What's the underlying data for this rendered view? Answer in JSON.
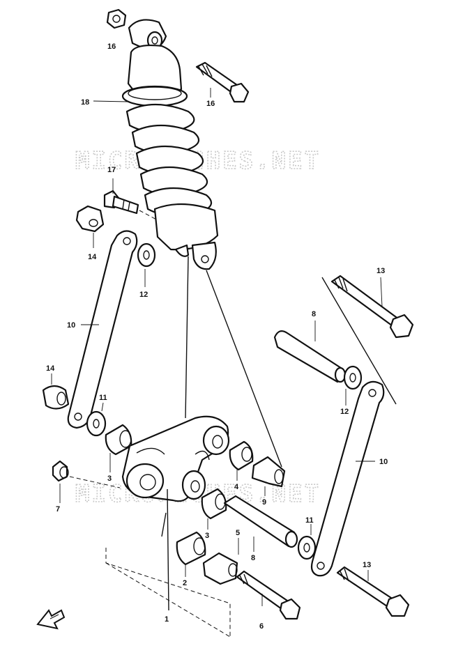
{
  "watermark": "MICROFICHES.NET",
  "labels": [
    {
      "id": "l16a",
      "text": "16"
    },
    {
      "id": "l16b",
      "text": "16"
    },
    {
      "id": "l18",
      "text": "18"
    },
    {
      "id": "l17",
      "text": "17"
    },
    {
      "id": "l14a",
      "text": "14"
    },
    {
      "id": "l12a",
      "text": "12"
    },
    {
      "id": "l10a",
      "text": "10"
    },
    {
      "id": "l13a",
      "text": "13"
    },
    {
      "id": "l8a",
      "text": "8"
    },
    {
      "id": "l14b",
      "text": "14"
    },
    {
      "id": "l11a",
      "text": "11"
    },
    {
      "id": "l12b",
      "text": "12"
    },
    {
      "id": "l10b",
      "text": "10"
    },
    {
      "id": "l3a",
      "text": "3"
    },
    {
      "id": "l7",
      "text": "7"
    },
    {
      "id": "l4",
      "text": "4"
    },
    {
      "id": "l9",
      "text": "9"
    },
    {
      "id": "l3b",
      "text": "3"
    },
    {
      "id": "l5",
      "text": "5"
    },
    {
      "id": "l11b",
      "text": "11"
    },
    {
      "id": "l8b",
      "text": "8"
    },
    {
      "id": "l2",
      "text": "2"
    },
    {
      "id": "l13b",
      "text": "13"
    },
    {
      "id": "l1",
      "text": "1"
    },
    {
      "id": "l6",
      "text": "6"
    }
  ]
}
